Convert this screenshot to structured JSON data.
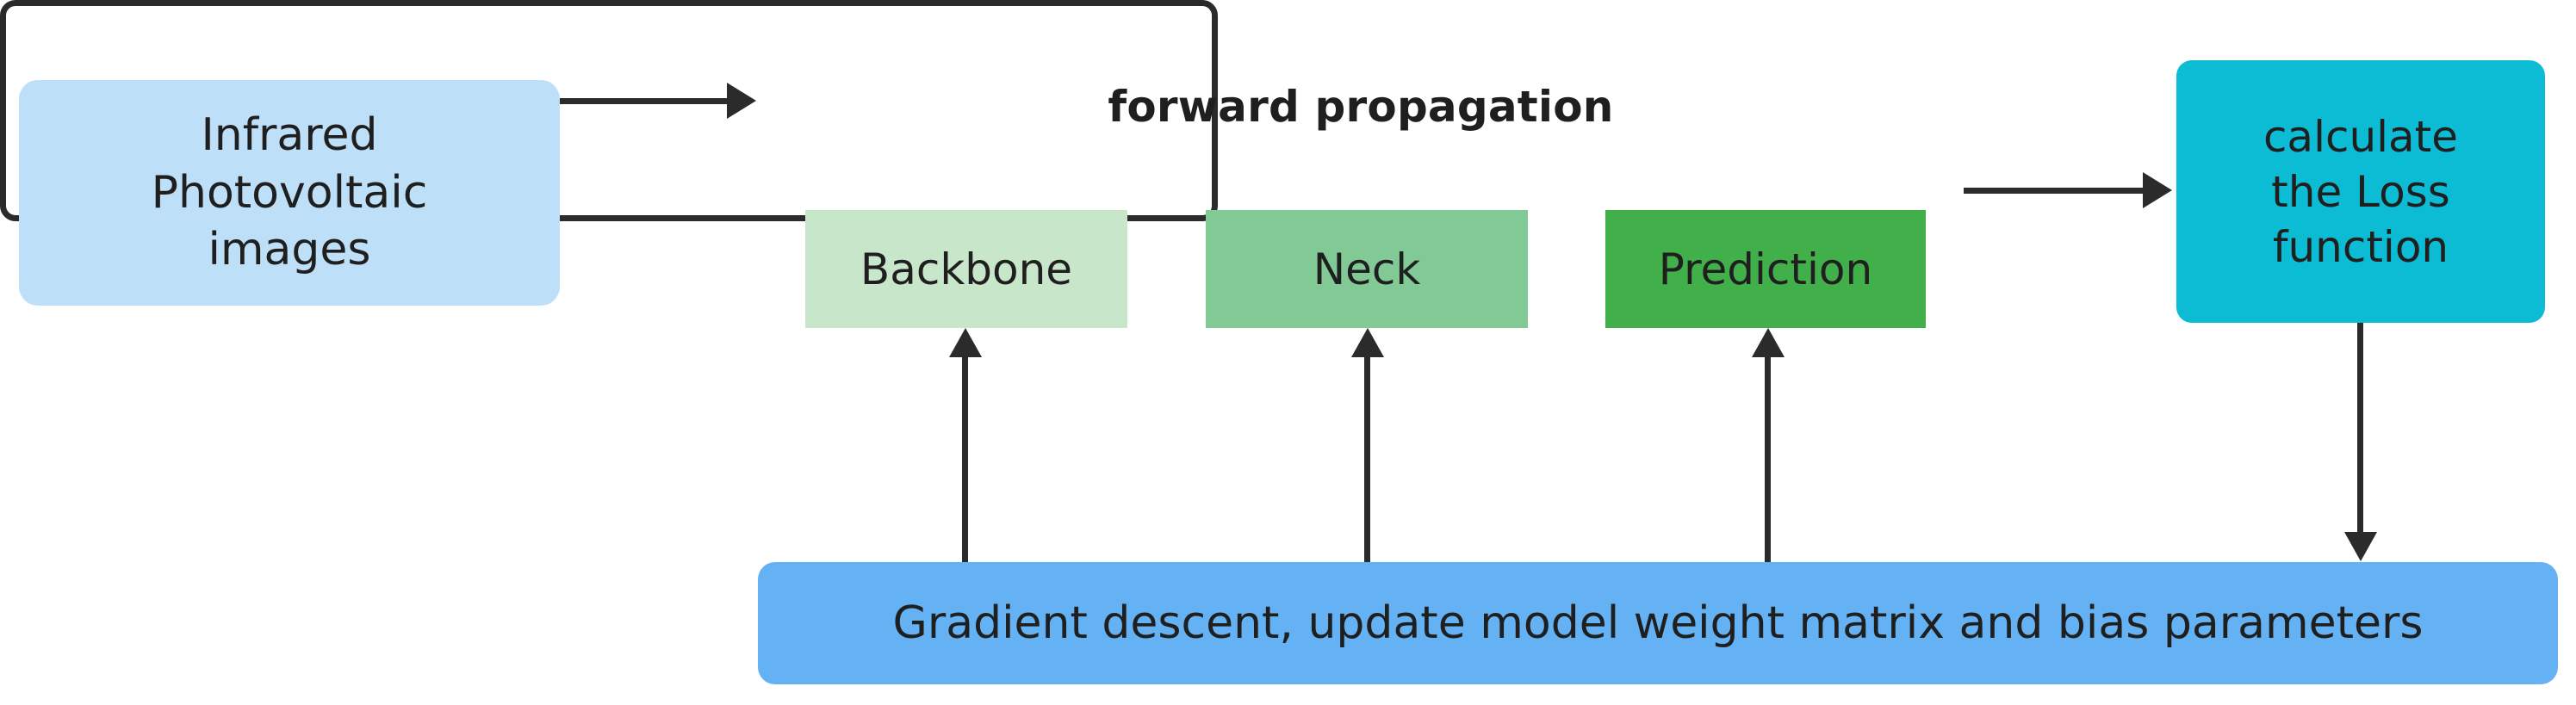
{
  "diagram": {
    "type": "flowchart",
    "title": "Training pipeline for infrared photovoltaic image detection",
    "nodes": {
      "input": {
        "label": "Infrared\nPhotovoltaic\nimages",
        "color": "#bddff7",
        "shape": "rounded-rectangle"
      },
      "forward_propagation": {
        "label": "forward propagation",
        "color": "#ffffff",
        "border_color": "#2b2b2b",
        "shape": "rounded-rectangle",
        "stages": [
          {
            "label": "Backbone",
            "color": "#c8e6c9"
          },
          {
            "label": "Neck",
            "color": "#81c995"
          },
          {
            "label": "Prediction",
            "color": "#42b04a"
          }
        ]
      },
      "loss": {
        "label": "calculate\nthe Loss\nfunction",
        "color": "#0cbcd4",
        "shape": "rounded-rectangle"
      },
      "gradient": {
        "label": "Gradient descent, update model weight matrix and bias parameters",
        "color": "#64b2f3",
        "shape": "rounded-rectangle"
      }
    },
    "edges": [
      {
        "from": "input",
        "to": "forward_propagation",
        "direction": "right"
      },
      {
        "from": "forward_propagation",
        "to": "loss",
        "direction": "right"
      },
      {
        "from": "loss",
        "to": "gradient",
        "direction": "down"
      },
      {
        "from": "gradient",
        "to": "Backbone",
        "direction": "up"
      },
      {
        "from": "gradient",
        "to": "Neck",
        "direction": "up"
      },
      {
        "from": "gradient",
        "to": "Prediction",
        "direction": "up"
      }
    ],
    "connector_color": "#2b2b2b"
  }
}
